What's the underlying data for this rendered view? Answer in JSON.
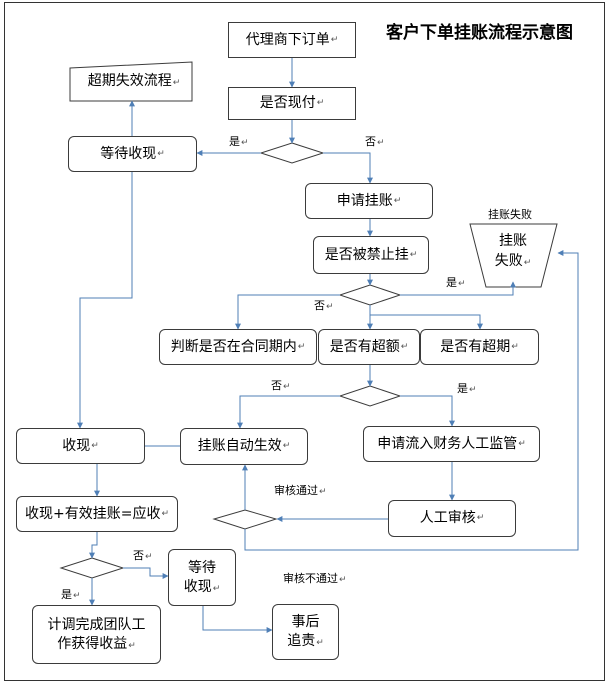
{
  "title": "客户下单挂账流程示意图",
  "nodes": {
    "agent_order": "代理商下订单",
    "is_cash": "是否现付",
    "overdue_flow": "超期失效流程",
    "wait_collect": "等待收现",
    "apply_credit": "申请挂账",
    "is_banned": "是否被禁止挂",
    "credit_fail": [
      "挂账",
      "失败"
    ],
    "within_contract": "判断是否在合同期内",
    "over_limit": "是否有超额",
    "overdue": "是否有超期",
    "collect": "收现",
    "auto_effect": "挂账自动生效",
    "apply_manual": "申请流入财务人工监管",
    "manual_review": "人工审核",
    "collect_plus": "收现+有效挂账=应收",
    "wait_collect2": [
      "等待",
      "收现"
    ],
    "team_revenue": [
      "计调完成团队工",
      "作获得收益"
    ],
    "post_accountability": [
      "事后",
      "追责"
    ]
  },
  "labels": {
    "yes1": "是",
    "no1": "否",
    "credit_fail_label": "挂账失败",
    "yes2": "是",
    "no2": "否",
    "no3": "否",
    "yes3": "是",
    "review_pass": "审核通过",
    "review_fail": "审核不通过",
    "no4": "否",
    "yes4": "是"
  },
  "return_mark": "↵",
  "colors": {
    "line": "#4f7fb6",
    "border": "#3b3b3b"
  }
}
